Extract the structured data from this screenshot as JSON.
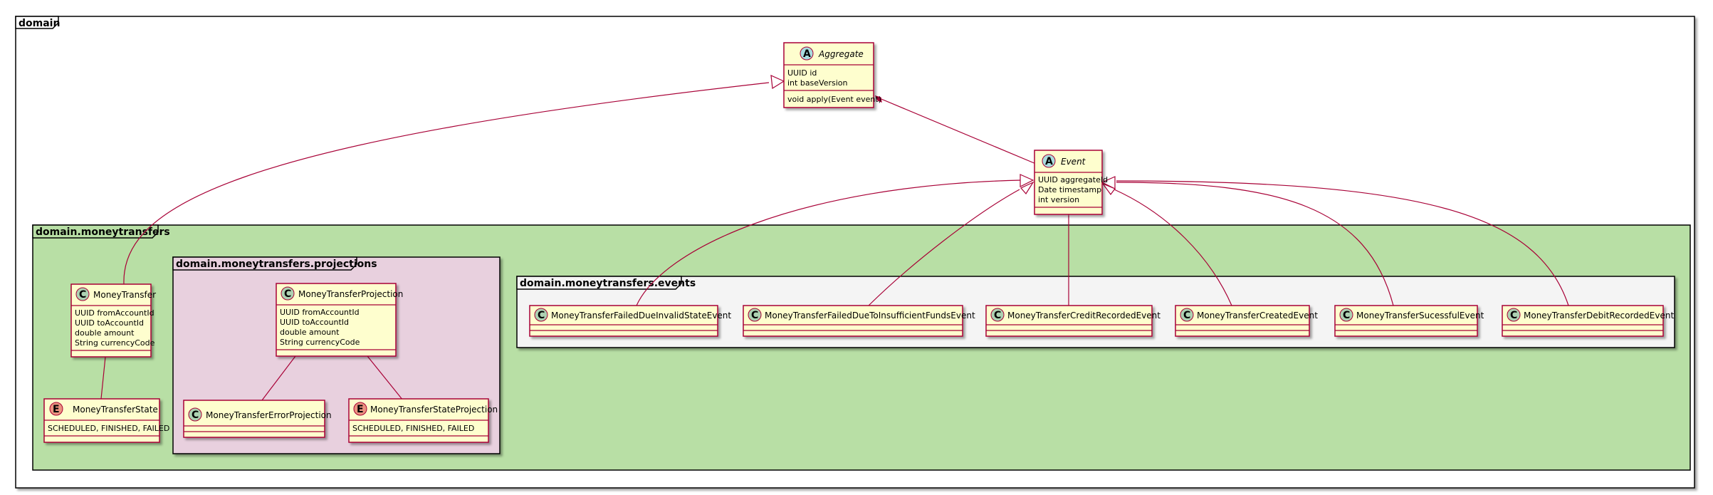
{
  "packages": {
    "domain": "domain",
    "moneytransfers": "domain.moneytransfers",
    "projections": "domain.moneytransfers.projections",
    "events": "domain.moneytransfers.events"
  },
  "stereotypes": {
    "class": "C",
    "abstract": "A",
    "enum": "E"
  },
  "colors": {
    "class_fill": "#FEFECE",
    "class_border": "#A80036",
    "circle_class": "#ADD1B2",
    "circle_abstract": "#A9DCDF",
    "circle_enum": "#EB937F",
    "pkg_moneytransfers": "#B8DFA5",
    "pkg_projections": "#E8D0DE",
    "pkg_events": "#F4F4F4",
    "relation": "#A80036"
  },
  "classes": {
    "aggregate": {
      "name": "Aggregate",
      "attrs": [
        "UUID id",
        "int baseVersion"
      ],
      "methods": [
        "void apply(Event event)"
      ]
    },
    "event": {
      "name": "Event",
      "attrs": [
        "UUID aggregateId",
        "Date timestamp",
        "int version"
      ]
    },
    "money_transfer": {
      "name": "MoneyTransfer",
      "attrs": [
        "UUID fromAccountId",
        "UUID toAccountId",
        "double amount",
        "String currencyCode"
      ]
    },
    "money_transfer_state": {
      "name": "MoneyTransferState",
      "values": [
        "SCHEDULED, FINISHED, FAILED"
      ]
    },
    "money_transfer_projection": {
      "name": "MoneyTransferProjection",
      "attrs": [
        "UUID fromAccountId",
        "UUID toAccountId",
        "double amount",
        "String currencyCode"
      ]
    },
    "money_transfer_error_projection": {
      "name": "MoneyTransferErrorProjection"
    },
    "money_transfer_state_projection": {
      "name": "MoneyTransferStateProjection",
      "values": [
        "SCHEDULED, FINISHED, FAILED"
      ]
    },
    "ev_failed_invalid_state": {
      "name": "MoneyTransferFailedDueInvalidStateEvent"
    },
    "ev_failed_insufficient_funds": {
      "name": "MoneyTransferFailedDueToInsufficientFundsEvent"
    },
    "ev_credit_recorded": {
      "name": "MoneyTransferCreditRecordedEvent"
    },
    "ev_created": {
      "name": "MoneyTransferCreatedEvent"
    },
    "ev_sucessful": {
      "name": "MoneyTransferSucessfulEvent"
    },
    "ev_debit_recorded": {
      "name": "MoneyTransferDebitRecordedEvent"
    }
  }
}
